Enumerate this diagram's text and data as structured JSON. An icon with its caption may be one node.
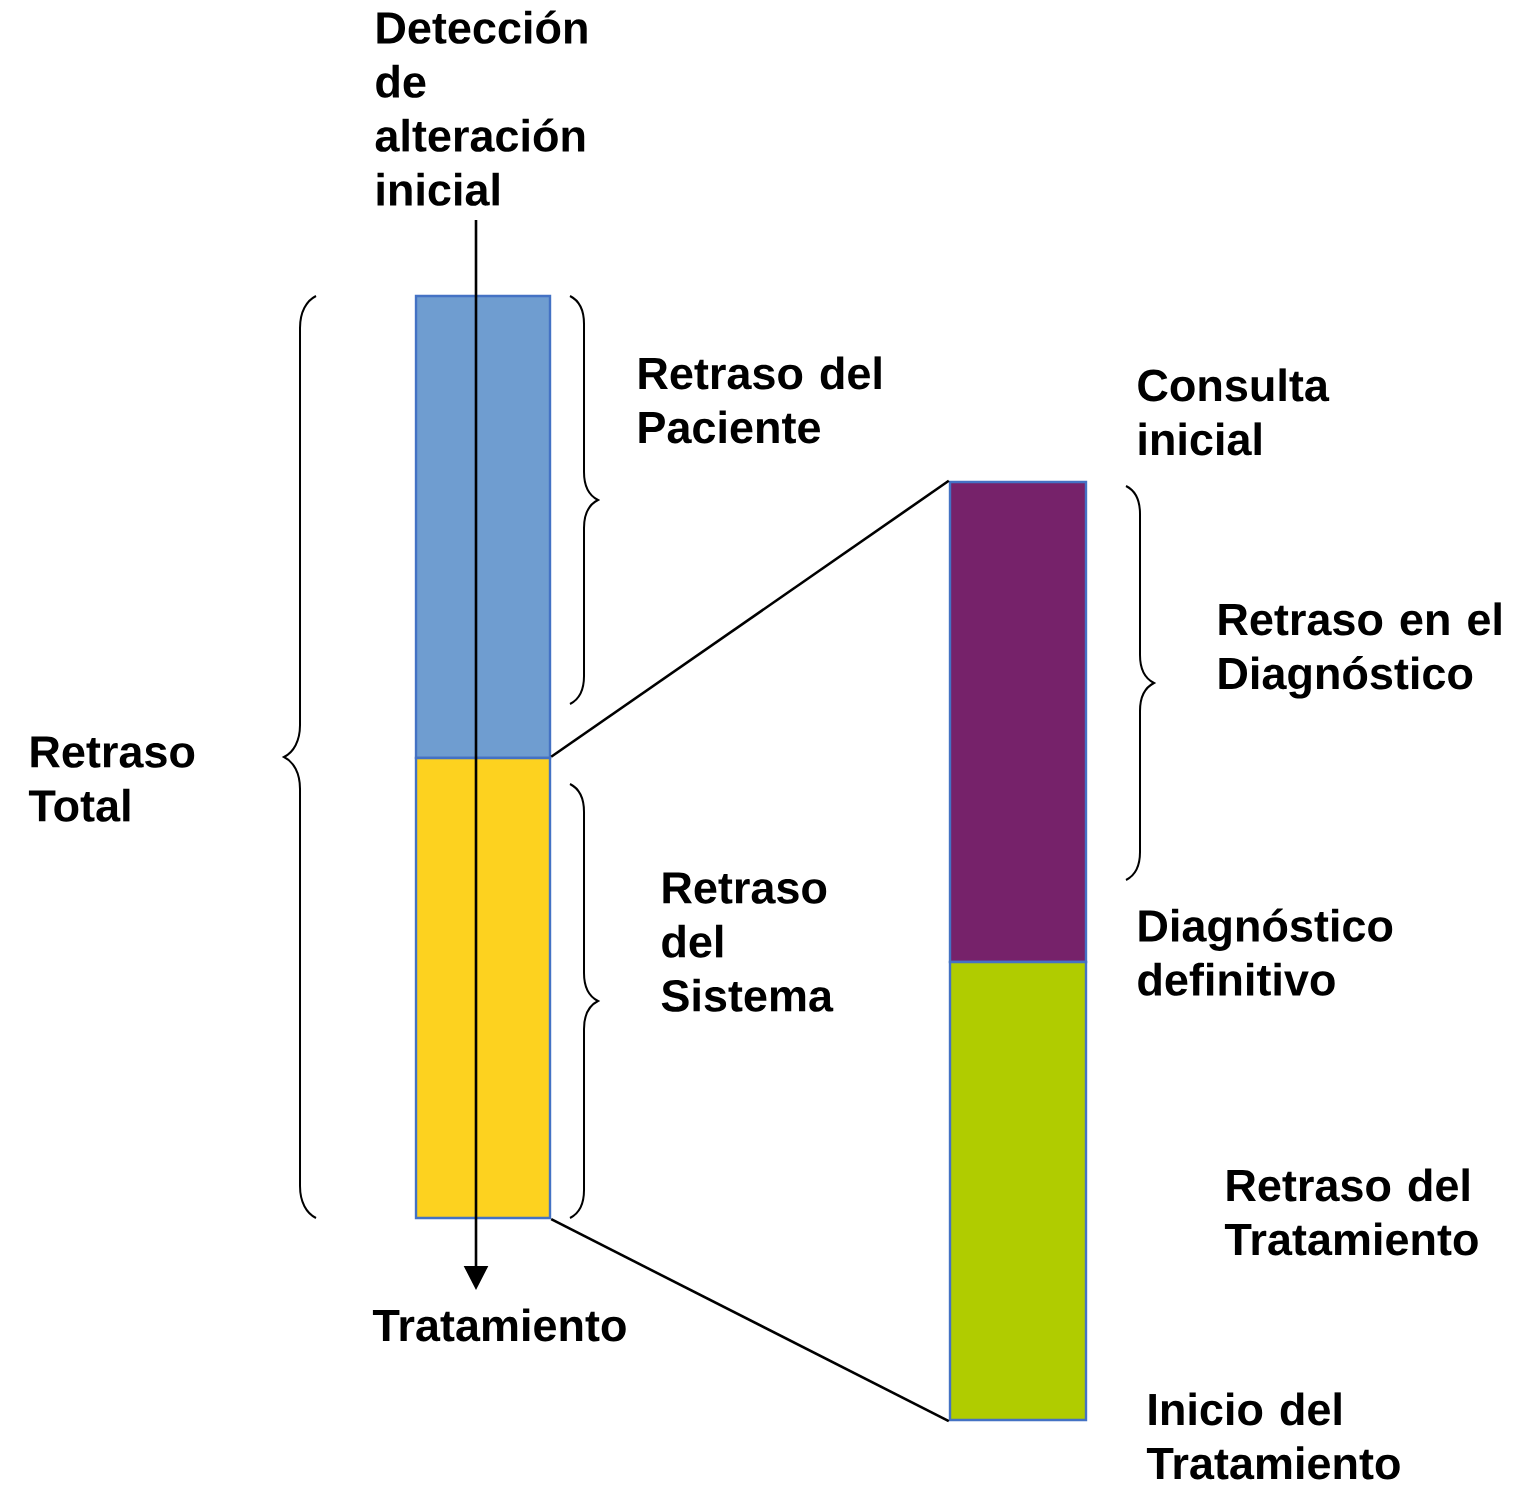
{
  "diagram": {
    "nodes": [
      {
        "text": [],
        "shape": "bar"
      },
      {
        "text": [],
        "shape": "bar"
      },
      {
        "text": [],
        "shape": "bar"
      },
      {
        "text": [],
        "shape": "bar"
      }
    ],
    "edges": [
      {
        "from": 1,
        "to": 2,
        "arrow": "none"
      },
      {
        "from": 1,
        "to": 3,
        "arrow": "none"
      }
    ],
    "labels": [
      "Detección de alteración inicial",
      "Retraso del Paciente",
      "Consulta inicial",
      "Retraso en el Diagnóstico",
      "Retraso Total",
      "Retraso del Sistema",
      "Diagnóstico definitivo",
      "Retraso del Tratamiento",
      "Tratamiento",
      "Inicio del Tratamiento"
    ]
  }
}
